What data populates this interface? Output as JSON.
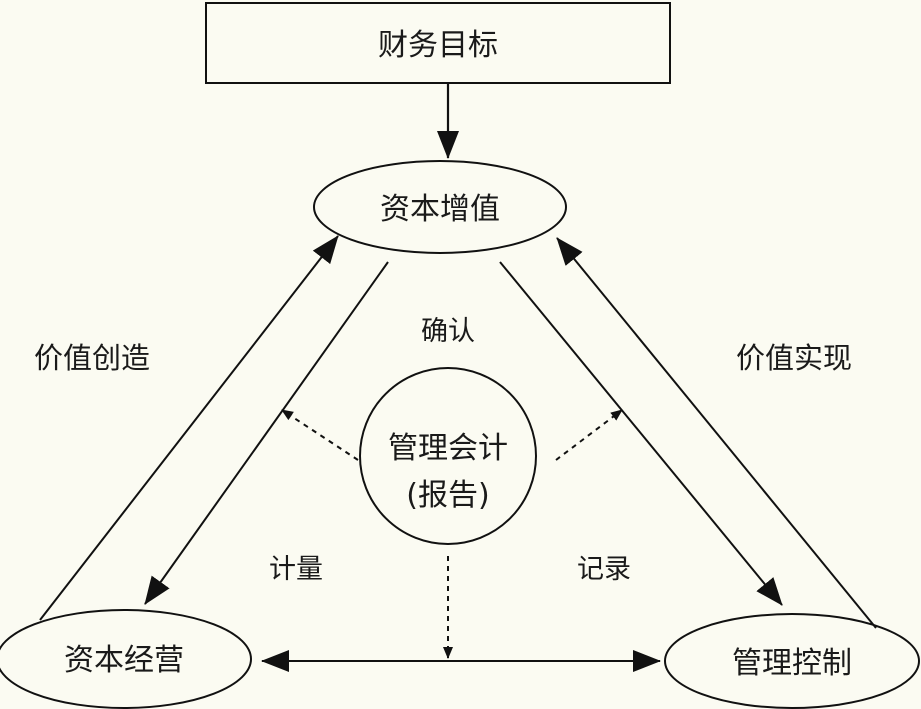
{
  "nodes": {
    "goal": "财务目标",
    "appreciation": "资本增值",
    "operation": "资本经营",
    "control": "管理控制",
    "center_line1": "管理会计",
    "center_line2": "(报告)"
  },
  "edges": {
    "left": "价值创造",
    "right": "价值实现",
    "top": "确认",
    "bottom_left": "计量",
    "bottom_right": "记录"
  }
}
